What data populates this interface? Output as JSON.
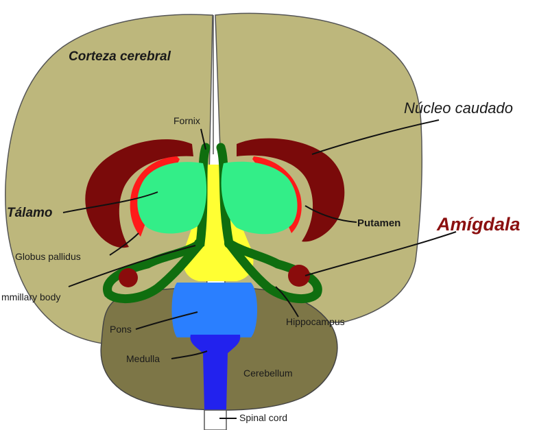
{
  "labels": {
    "corteza": "Corteza cerebral",
    "fornix": "Fornix",
    "nucleo": "Núcleo caudado",
    "talamo": "Tálamo",
    "putamen": "Putamen",
    "amigdala": "Amígdala",
    "globus": "Globus pallidus",
    "mammillary": "mmillary body",
    "pons": "Pons",
    "hippocampus": "Hippocampus",
    "medulla": "Medulla",
    "cerebellum": "Cerebellum",
    "spinal": "Spinal cord"
  },
  "colors": {
    "cortex": "#bdb77c",
    "cerebellum": "#7d7647",
    "caudate": "#7a0a0a",
    "putamen": "#ff1a1a",
    "thalamus": "#33ee88",
    "fornix": "#0f6e0f",
    "hypothalamus": "#ffff33",
    "pons": "#2a7fff",
    "medulla": "#2222ee",
    "amygdala": "#8a0c0c",
    "amigdala_text": "#8b1010"
  }
}
